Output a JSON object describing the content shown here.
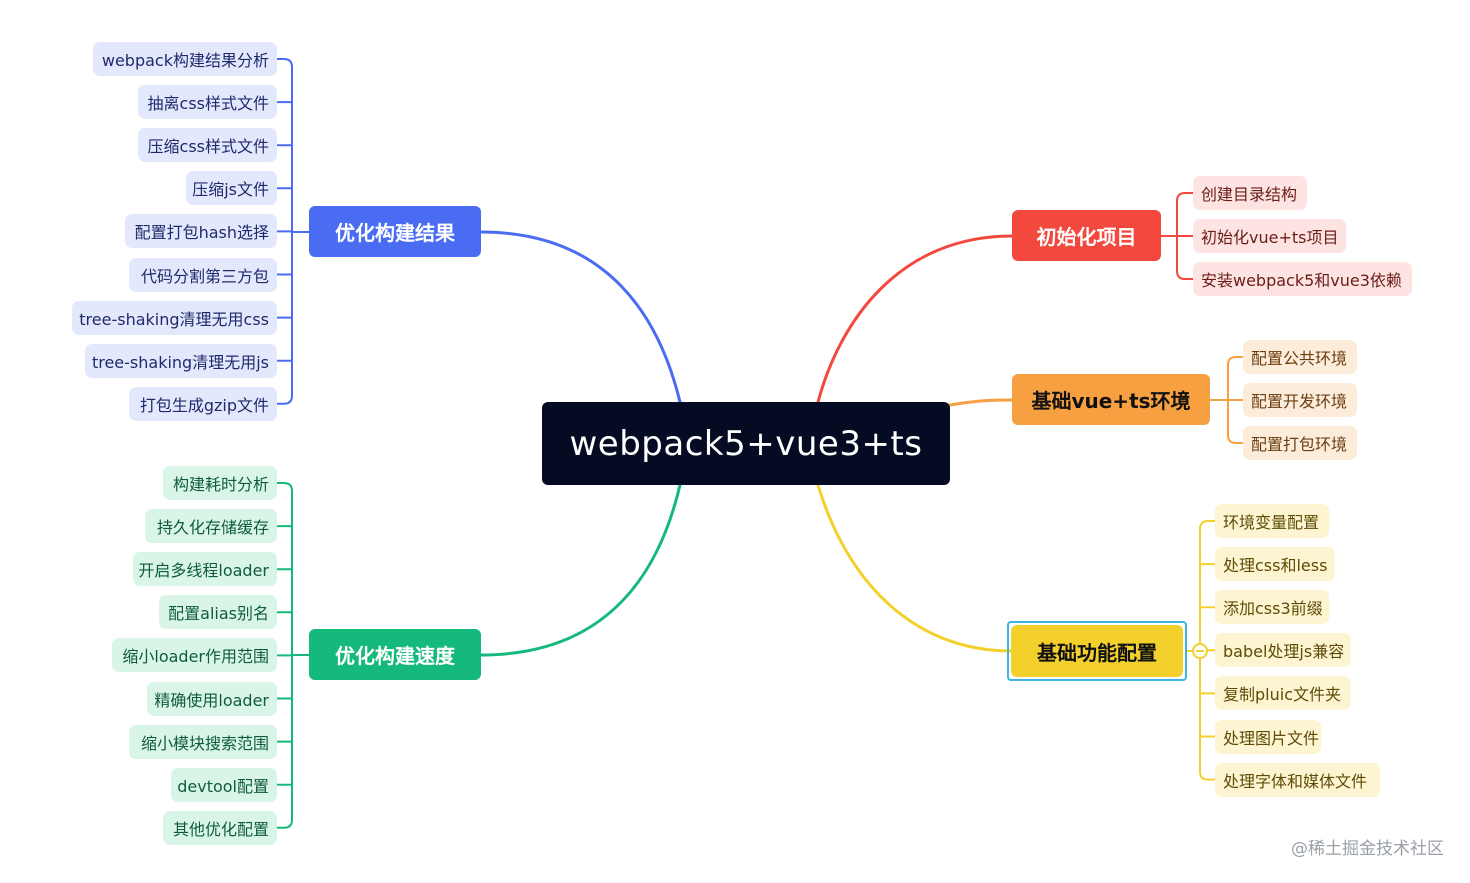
{
  "root": {
    "label": "webpack5+vue3+ts"
  },
  "colors": {
    "root_bg": "#060b24",
    "blue": "#4a6cf2",
    "green": "#15b97c",
    "red": "#f2483d",
    "orange": "#f7a042",
    "yellow": "#f3d02c",
    "selection": "#3cb6e0"
  },
  "branches": {
    "build_result": {
      "label": "优化构建结果",
      "children": [
        "webpack构建结果分析",
        "抽离css样式文件",
        "压缩css样式文件",
        "压缩js文件",
        "配置打包hash选择",
        "代码分割第三方包",
        "tree-shaking清理无用css",
        "tree-shaking清理无用js",
        "打包生成gzip文件"
      ]
    },
    "build_speed": {
      "label": "优化构建速度",
      "children": [
        "构建耗时分析",
        "持久化存储缓存",
        "开启多线程loader",
        "配置alias别名",
        "缩小loader作用范围",
        "精确使用loader",
        "缩小模块搜索范围",
        "devtool配置",
        "其他优化配置"
      ]
    },
    "init_project": {
      "label": "初始化项目",
      "children": [
        "创建目录结构",
        "初始化vue+ts项目",
        "安装webpack5和vue3依赖"
      ]
    },
    "base_env": {
      "label": "基础vue+ts环境",
      "children": [
        "配置公共环境",
        "配置开发环境",
        "配置打包环境"
      ]
    },
    "base_feature": {
      "label": "基础功能配置",
      "children": [
        "环境变量配置",
        "处理css和less",
        "添加css3前缀",
        "babel处理js兼容",
        "复制pluic文件夹",
        "处理图片文件",
        "处理字体和媒体文件"
      ]
    }
  },
  "watermark": "@稀土掘金技术社区"
}
